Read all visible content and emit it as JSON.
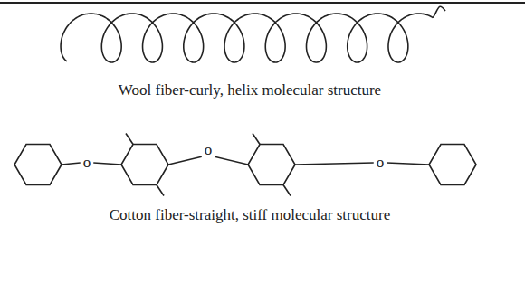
{
  "diagram": {
    "labels": [
      "Wool fiber-curly, helix molecular structure",
      "o",
      "o",
      "o",
      "Cotton fiber-straight, stiff molecular structure"
    ]
  }
}
